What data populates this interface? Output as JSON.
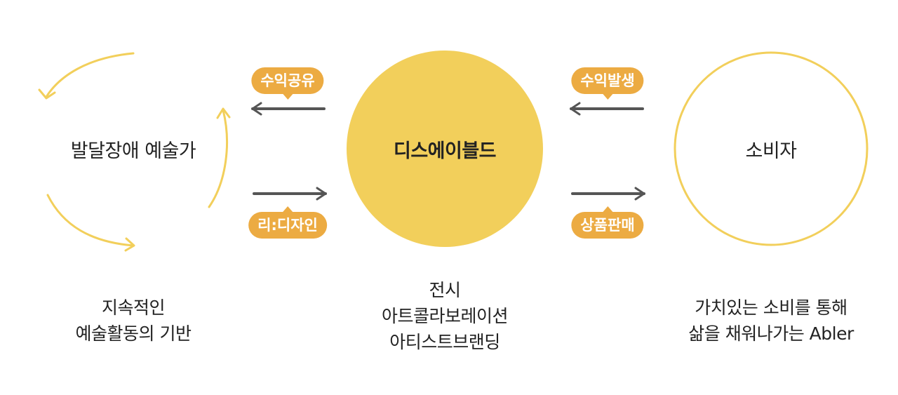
{
  "colors": {
    "accent": "#f2cf5b",
    "badge": "#ecab42",
    "arrow": "#555555",
    "text": "#222222"
  },
  "nodes": {
    "artist": {
      "label": "발달장애 예술가",
      "caption": [
        "지속적인",
        "예술활동의 기반"
      ]
    },
    "brand": {
      "label": "디스에이블드",
      "caption": [
        "전시",
        "아트콜라보레이션",
        "아티스트브랜딩"
      ]
    },
    "consumer": {
      "label": "소비자",
      "caption": [
        "가치있는 소비를 통해",
        "삶을 채워나가는 Abler"
      ]
    }
  },
  "flows": {
    "revenue_share": "수익공유",
    "redesign": "리:디자인",
    "revenue_generation": "수익발생",
    "product_sales": "상품판매"
  }
}
